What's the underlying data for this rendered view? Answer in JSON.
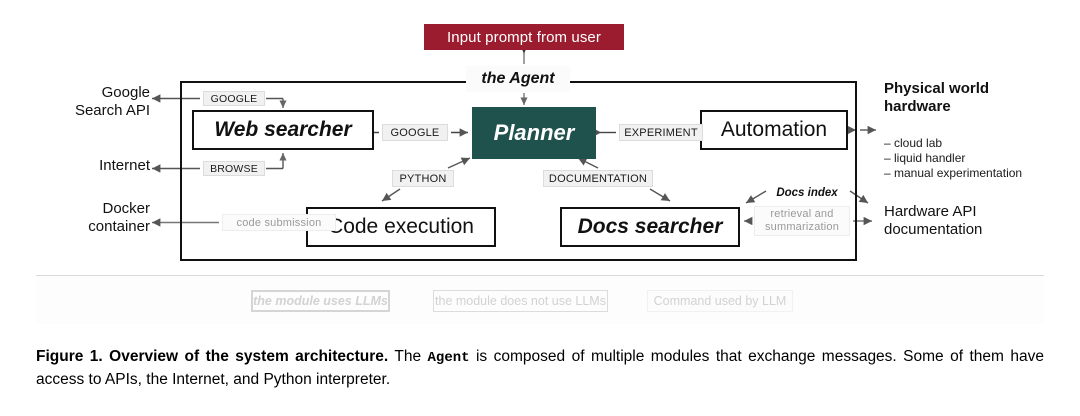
{
  "banner": {
    "label": "Input prompt from user",
    "color": "#9b1c2e"
  },
  "agent": {
    "label": "the Agent"
  },
  "modules": {
    "planner": {
      "label": "Planner",
      "color": "#1f514d"
    },
    "web_searcher": {
      "label": "Web searcher"
    },
    "automation": {
      "label": "Automation"
    },
    "code_exec": {
      "label": "Code execution"
    },
    "docs_searcher": {
      "label": "Docs searcher"
    }
  },
  "commands": {
    "google_left": "GOOGLE",
    "browse": "BROWSE",
    "code_submission": "code submission",
    "google_mid": "GOOGLE",
    "experiment": "EXPERIMENT",
    "python": "PYTHON",
    "documentation": "DOCUMENTATION",
    "retrieval_line1": "retrieval and",
    "retrieval_line2": "summarization",
    "docs_index": "Docs index"
  },
  "left_labels": {
    "google_api_line1": "Google",
    "google_api_line2": "Search API",
    "internet": "Internet",
    "docker_line1": "Docker",
    "docker_line2": "container"
  },
  "right_labels": {
    "physical_line1": "Physical world",
    "physical_line2": "hardware",
    "bullets": [
      "– cloud lab",
      "– liquid handler",
      "– manual experimentation"
    ],
    "hardware_api_line1": "Hardware API",
    "hardware_api_line2": "documentation"
  },
  "legend": {
    "uses_llms": "the module uses LLMs",
    "no_llms": "the module does not use LLMs",
    "command": "Command used by LLM"
  },
  "caption": {
    "bold_prefix": "Figure 1. Overview of the system architecture.",
    "text_a": " The ",
    "mono": "Agent",
    "text_b": " is composed of multiple modules that exchange messages. Some of them have access to APIs, the Internet, and Python interpreter."
  }
}
